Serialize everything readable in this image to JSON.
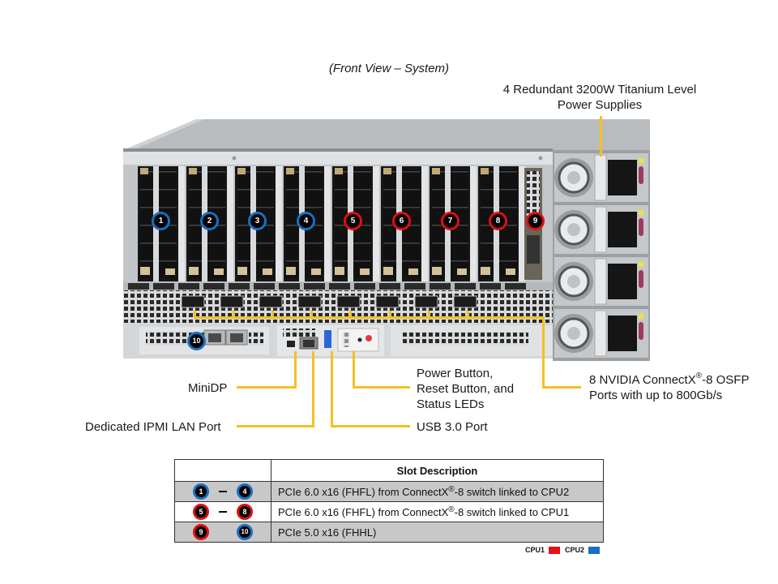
{
  "view_title": "(Front View – System)",
  "callouts": {
    "psu": {
      "line1": "4 Redundant 3200W Titanium Level",
      "line2": "Power Supplies"
    },
    "osfp": {
      "line1_pre": "8 NVIDIA ConnectX",
      "line1_sup": "®",
      "line1_post": "-8 OSFP",
      "line2": "Ports with up to 800Gb/s"
    },
    "minidp": "MiniDP",
    "ipmi": "Dedicated IPMI LAN Port",
    "power": {
      "line1": "Power Button,",
      "line2": "Reset Button, and",
      "line3": "Status LEDs"
    },
    "usb": "USB 3.0 Port"
  },
  "slots": [
    {
      "num": "1",
      "cpu": "cpu2"
    },
    {
      "num": "2",
      "cpu": "cpu2"
    },
    {
      "num": "3",
      "cpu": "cpu2"
    },
    {
      "num": "4",
      "cpu": "cpu2"
    },
    {
      "num": "5",
      "cpu": "cpu1"
    },
    {
      "num": "6",
      "cpu": "cpu1"
    },
    {
      "num": "7",
      "cpu": "cpu1"
    },
    {
      "num": "8",
      "cpu": "cpu1"
    },
    {
      "num": "9",
      "cpu": "cpu1"
    },
    {
      "num": "10",
      "cpu": "cpu2"
    }
  ],
  "table": {
    "header": "Slot Description",
    "rows": [
      {
        "from": "1",
        "to": "4",
        "from_cpu": "cpu2",
        "to_cpu": "cpu2",
        "range": true,
        "desc_pre": "PCIe 6.0 x16 (FHFL) from ConnectX",
        "desc_sup": "®",
        "desc_post": "-8 switch linked to CPU2"
      },
      {
        "from": "5",
        "to": "8",
        "from_cpu": "cpu1",
        "to_cpu": "cpu1",
        "range": true,
        "desc_pre": "PCIe 6.0 x16 (FHFL) from ConnectX",
        "desc_sup": "®",
        "desc_post": "-8 switch linked to CPU1"
      },
      {
        "from": "9",
        "to": "10",
        "from_cpu": "cpu1",
        "to_cpu": "cpu2",
        "range": false,
        "desc_pre": "PCIe 5.0 x16 (FHHL)",
        "desc_sup": "",
        "desc_post": ""
      }
    ]
  },
  "legend": [
    {
      "label": "CPU1",
      "color": "#e81010"
    },
    {
      "label": "CPU2",
      "color": "#1a6fc0"
    }
  ],
  "colors": {
    "callout_line": "#f5c020",
    "cpu1": "#e01010",
    "cpu2": "#1a6fc0"
  }
}
